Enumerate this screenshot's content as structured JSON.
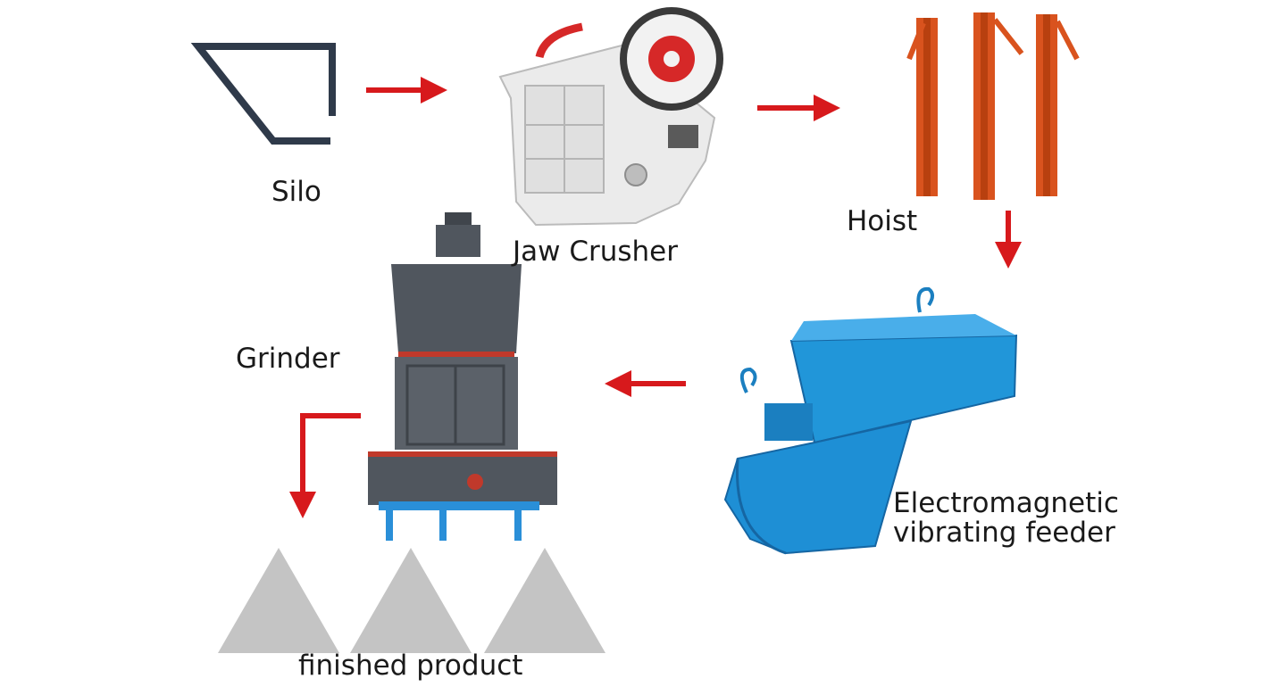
{
  "diagram": {
    "title": "",
    "nodes": [
      {
        "id": "silo",
        "label": "Silo",
        "icon": "silo-hopper-icon"
      },
      {
        "id": "jaw-crusher",
        "label": "Jaw Crusher",
        "icon": "jaw-crusher-icon"
      },
      {
        "id": "hoist",
        "label": "Hoist",
        "icon": "bucket-elevator-icon"
      },
      {
        "id": "feeder",
        "label_lines": [
          "Electromagnetic",
          "vibrating feeder"
        ],
        "icon": "vibrating-feeder-icon"
      },
      {
        "id": "grinder",
        "label": "Grinder",
        "icon": "grinder-mill-icon"
      },
      {
        "id": "finished-product",
        "label": "finished product",
        "icon": "powder-pile-icon"
      }
    ],
    "edges": [
      {
        "from": "silo",
        "to": "jaw-crusher"
      },
      {
        "from": "jaw-crusher",
        "to": "hoist"
      },
      {
        "from": "hoist",
        "to": "feeder"
      },
      {
        "from": "feeder",
        "to": "grinder"
      },
      {
        "from": "grinder",
        "to": "finished-product"
      }
    ],
    "colors": {
      "arrow": "#d7191c",
      "silo_stroke": "#2f3a4a",
      "crusher_body": "#eeeeee",
      "crusher_accent": "#d62828",
      "hoist": "#d9531e",
      "feeder": "#2196d9",
      "grinder_body": "#50565e",
      "grinder_base": "#2a8fd8",
      "product_pile": "#c4c4c4"
    }
  }
}
